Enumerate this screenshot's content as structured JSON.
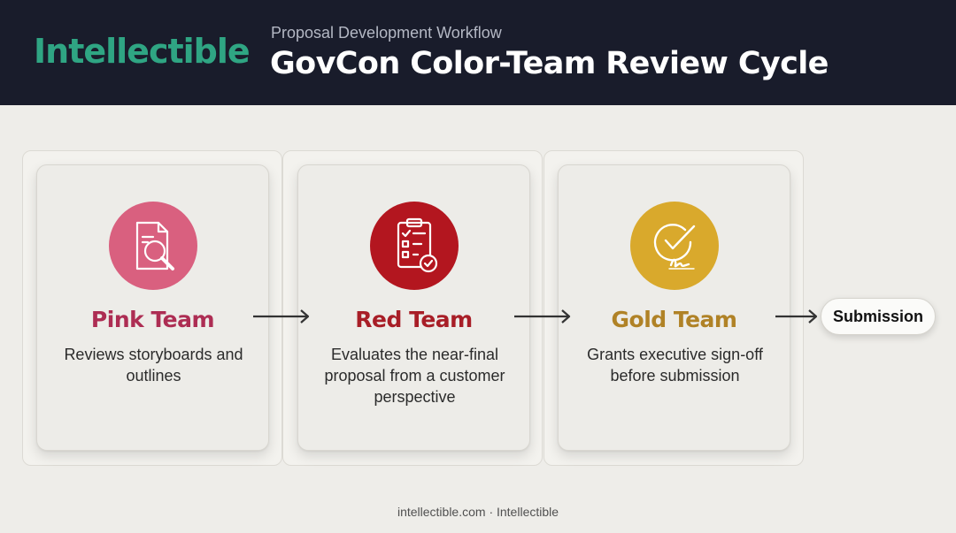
{
  "header": {
    "brand": "Intellectible",
    "subtitle": "Proposal Development Workflow",
    "title": "GovCon Color-Team Review Cycle"
  },
  "stages": [
    {
      "title": "Pink Team",
      "description": "Reviews storyboards and outlines",
      "color": "#ad2d53",
      "icon_color": "#d9607f",
      "icon": "document-search-icon"
    },
    {
      "title": "Red Team",
      "description": "Evaluates the near-final proposal from a customer perspective",
      "color": "#a81e27",
      "icon_color": "#b3161f",
      "icon": "checklist-clipboard-icon"
    },
    {
      "title": "Gold Team",
      "description": "Grants executive sign-off before submission",
      "color": "#b08226",
      "icon_color": "#d9a92c",
      "icon": "approval-signature-icon"
    }
  ],
  "final_step": {
    "label": "Submission"
  },
  "footer": {
    "text": "intellectible.com · Intellectible"
  }
}
